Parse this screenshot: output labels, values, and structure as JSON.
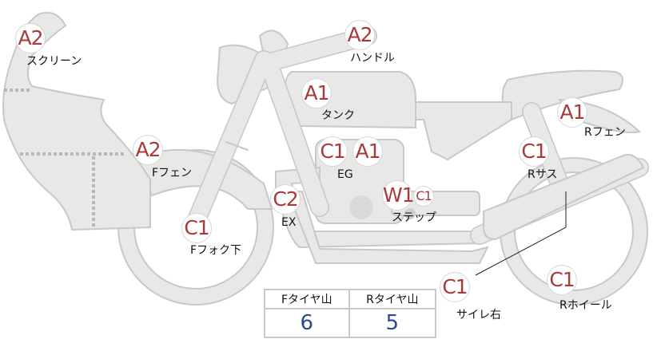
{
  "colors": {
    "part_fill": "#e8e8e6",
    "part_stroke": "#c8c8c8",
    "badge_text": "#a83a3a",
    "value_text": "#2a4a8a"
  },
  "parts": [
    {
      "grade": "A2",
      "label": "スクリーン"
    },
    {
      "grade": "A2",
      "label": "ハンドル"
    },
    {
      "grade": "A1",
      "label": "タンク"
    },
    {
      "grade": "A1",
      "label": "Rフェン"
    },
    {
      "grade": "A2",
      "label": "Fフェン"
    },
    {
      "grade": "C1",
      "label": "Rサス"
    },
    {
      "grade": "C1",
      "grade2": "A1",
      "label": "EG"
    },
    {
      "grade": "C2",
      "label": "EX"
    },
    {
      "grade": "W1",
      "grade2": "C1",
      "label": "ステップ"
    },
    {
      "grade": "C1",
      "label": "Fフォク下"
    },
    {
      "grade": "C1",
      "label": "サイレ右"
    },
    {
      "grade": "C1",
      "label": "Rホイール"
    }
  ],
  "tyre_table": {
    "headers": [
      "Fタイヤ山",
      "Rタイヤ山"
    ],
    "values": [
      "6",
      "5"
    ]
  }
}
